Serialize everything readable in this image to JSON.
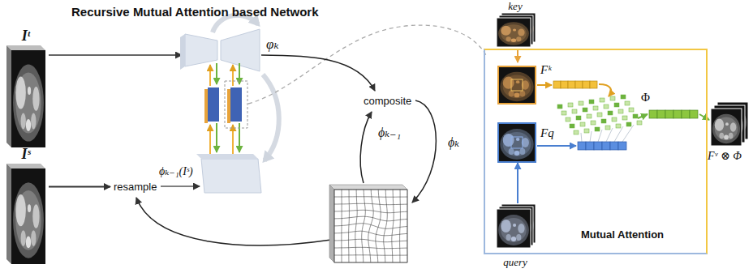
{
  "diagram": {
    "title": "Recursive Mutual Attention based Network",
    "nodes": [
      {
        "text": [
          "Iᵗ"
        ]
      },
      {
        "text": [
          "Iˢ"
        ]
      },
      {
        "text": [
          "resample"
        ]
      },
      {
        "text": [
          "composite"
        ]
      },
      {
        "text": [
          "key"
        ]
      },
      {
        "text": [
          "Mutual Attention"
        ]
      },
      {
        "text": [
          "Fᵏ"
        ],
        "in": 5
      },
      {
        "text": [
          "Fq"
        ],
        "in": 5
      },
      {
        "text": [
          "Fᵛ ⊗ Φ"
        ]
      },
      {
        "text": [
          "query"
        ]
      }
    ],
    "edges": [
      {
        "from": 1,
        "to": 2,
        "arrow": "to"
      },
      {
        "from": 4,
        "to": 6,
        "arrow": "to"
      },
      {
        "from": 9,
        "to": 7,
        "arrow": "to"
      }
    ],
    "labels": [
      "φₖ",
      "ϕₖ₋₁(Iˢ)",
      "ϕₖ₋₁",
      "ϕₖ",
      "Φ"
    ]
  }
}
